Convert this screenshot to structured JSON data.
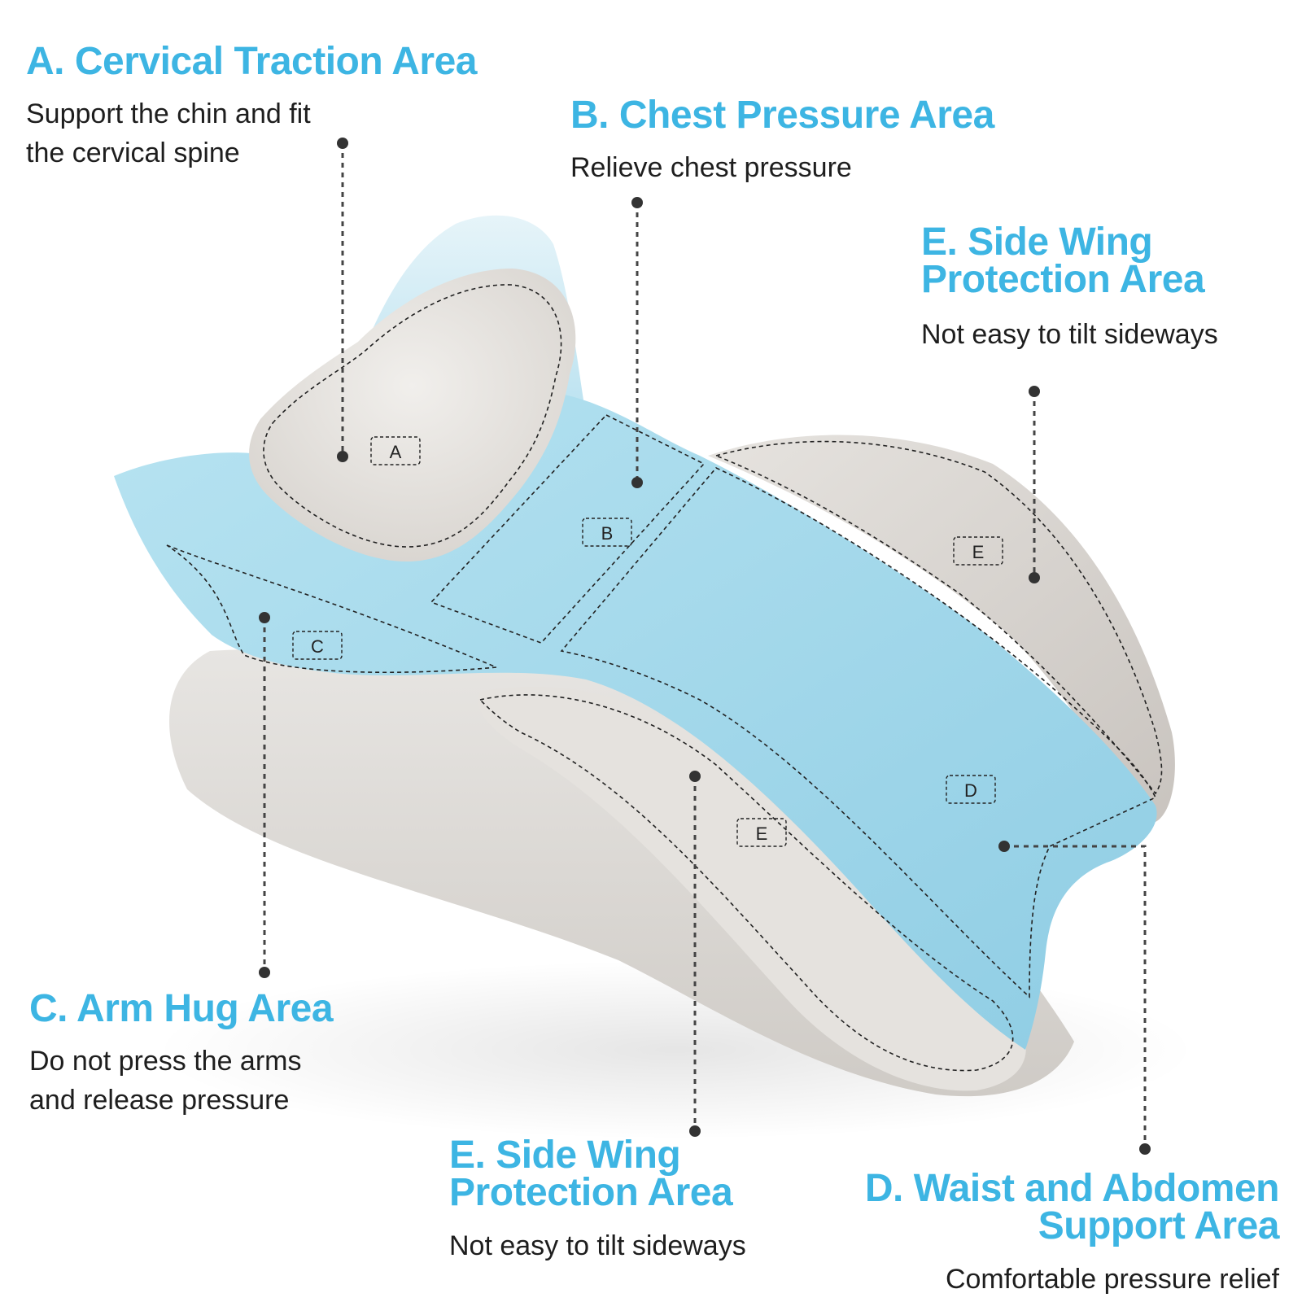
{
  "labels": {
    "a": {
      "title": "A. Cervical Traction Area",
      "desc": [
        "Support the chin and fit",
        "the cervical spine"
      ],
      "marker": "A"
    },
    "b": {
      "title": "B. Chest Pressure Area",
      "desc": [
        "Relieve chest pressure"
      ],
      "marker": "B"
    },
    "c": {
      "title": "C. Arm Hug Area",
      "desc": [
        "Do not press the arms",
        "and release pressure"
      ],
      "marker": "C"
    },
    "d": {
      "title": [
        "D. Waist and Abdomen",
        "Support Area"
      ],
      "desc": [
        "Comfortable pressure relief"
      ],
      "marker": "D"
    },
    "e_top": {
      "title": [
        "E. Side Wing",
        "Protection Area"
      ],
      "desc": [
        "Not easy to tilt sideways"
      ],
      "marker": "E"
    },
    "e_bottom": {
      "title": [
        "E. Side Wing",
        "Protection Area"
      ],
      "desc": [
        "Not easy to tilt sideways"
      ],
      "marker": "E"
    }
  },
  "colors": {
    "accent": "#3db5e3",
    "pillow_blue": "#9fd6ea",
    "pillow_grey": "#dcd9d5",
    "text": "#1e1e1e"
  }
}
